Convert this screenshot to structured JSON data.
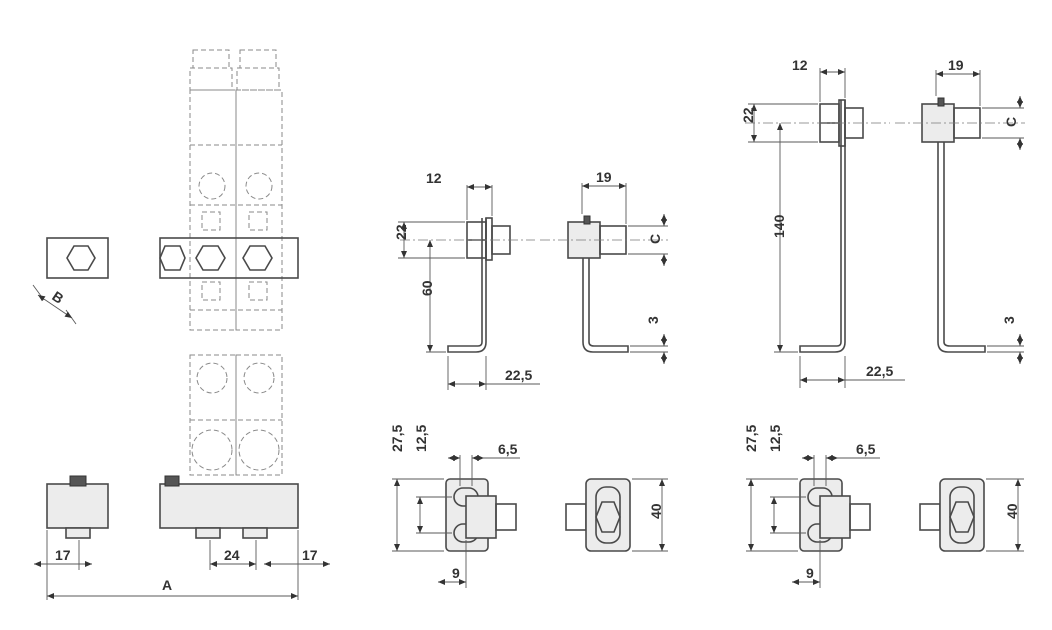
{
  "dimensions": {
    "manifold_end_offset_left": "17",
    "manifold_pitch": "24",
    "manifold_end_offset_right": "17",
    "manifold_total_length": "A",
    "nut_across_flats": "B",
    "bracket_small": {
      "width_top": "12",
      "height_top": "22",
      "height": "60",
      "foot_length": "22,5",
      "side_width": "19",
      "side_c": "C",
      "thickness": "3",
      "front_height": "27,5",
      "slot_height": "12,5",
      "slot_width": "6,5",
      "front_width": "9",
      "side_height": "40"
    },
    "bracket_large": {
      "width_top": "12",
      "height_top": "22",
      "height": "140",
      "foot_length": "22,5",
      "side_width": "19",
      "side_c": "C",
      "thickness": "3",
      "front_height": "27,5",
      "slot_height": "12,5",
      "slot_width": "6,5",
      "front_width": "9",
      "side_height": "40"
    }
  }
}
